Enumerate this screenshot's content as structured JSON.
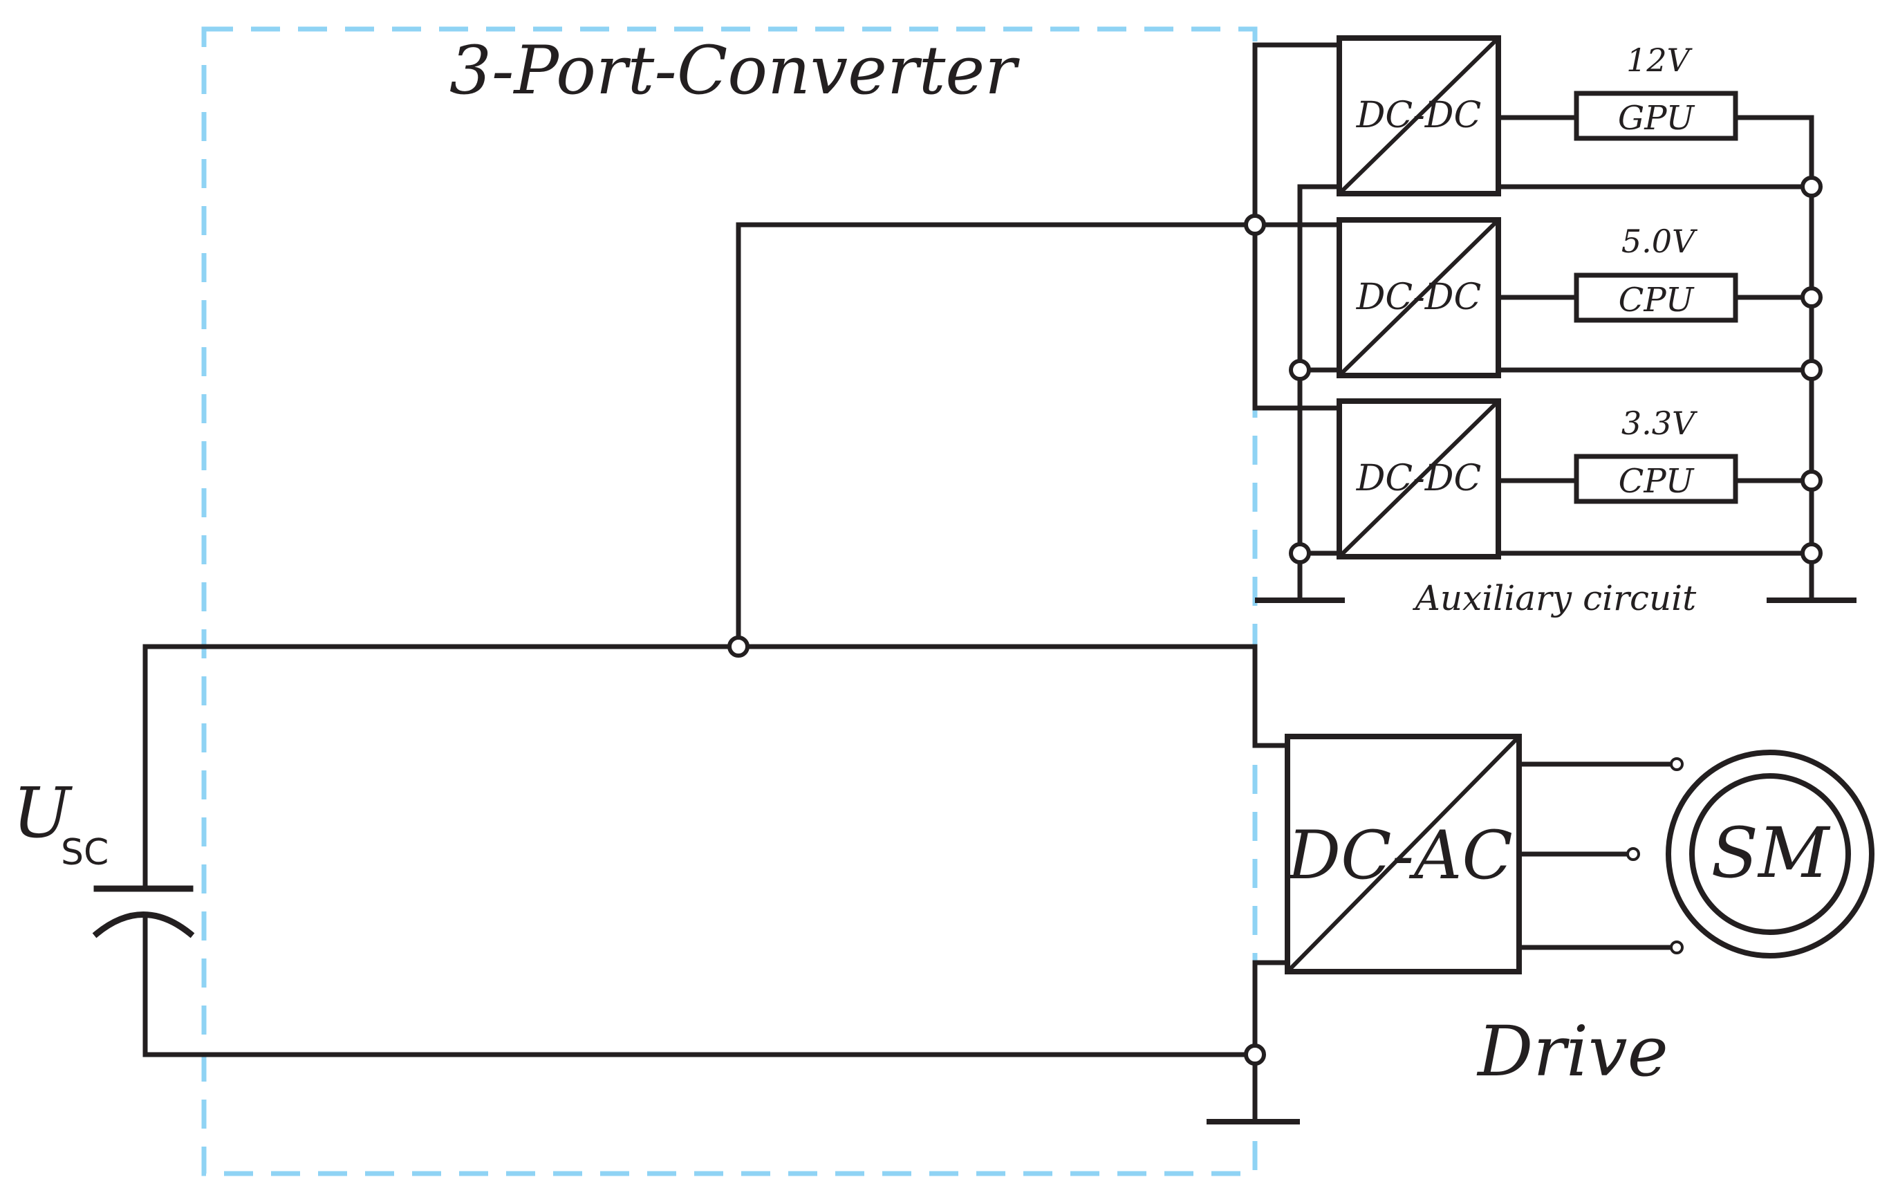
{
  "converter": {
    "title": "3-Port-Converter"
  },
  "source": {
    "symbol": "U",
    "subscript": "SC"
  },
  "auxiliary": {
    "caption": "Auxiliary circuit",
    "channels": [
      {
        "converter": "DC-DC",
        "voltage": "12V",
        "load": "GPU"
      },
      {
        "converter": "DC-DC",
        "voltage": "5.0V",
        "load": "CPU"
      },
      {
        "converter": "DC-DC",
        "voltage": "3.3V",
        "load": "CPU"
      }
    ]
  },
  "drive": {
    "caption": "Drive",
    "inverter": "DC-AC",
    "motor": "SM"
  },
  "colors": {
    "wire": "#231f20",
    "boundary": "#8fd3f4",
    "background": "#ffffff"
  }
}
